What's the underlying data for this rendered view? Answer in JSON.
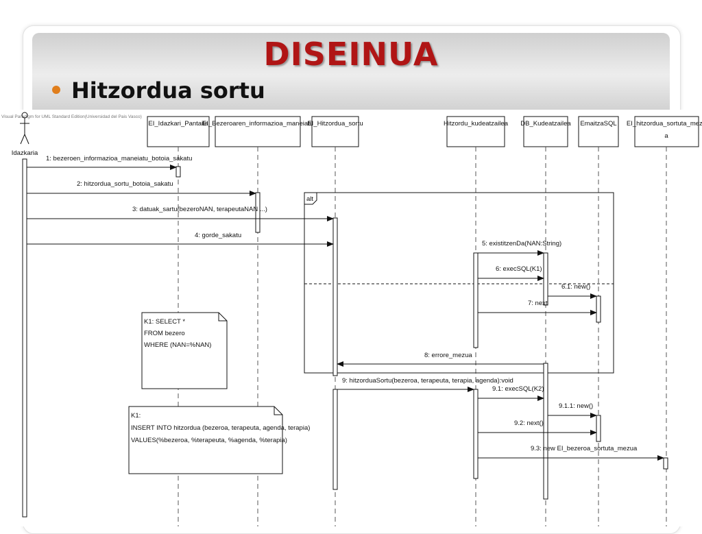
{
  "slide": {
    "title": "DISEINUA",
    "bullet": "Hitzordua sortu"
  },
  "diagram": {
    "watermark": "Visual Paradigm for UML Standard Edition(Universidad del Pais Vasco)",
    "actor": "Idazkaria",
    "lifelines": [
      "EI_Idazkari_Pantaila",
      "EI_Bezeroaren_informazioa_maneiatu",
      "EI_Hitzordua_sortu",
      "Hitzordu_kudeatzailea",
      "DB_Kudeatzailea",
      "EmaitzaSQL",
      "EI_hitzordua_sortuta_mezu",
      "a"
    ],
    "fragment": "alt",
    "messages": [
      "1: bezeroen_informazioa_maneiatu_botoia_sakatu",
      "2: hitzordua_sortu_botoia_sakatu",
      "3: datuak_sartu(bezeroNAN, terapeutaNAN ...)",
      "4: gorde_sakatu",
      "5: existitzenDa(NAN:String)",
      "6: execSQL(K1)",
      "6.1: new()",
      "7: next",
      "8: errore_mezua",
      "9: hitzorduaSortu(bezeroa, terapeuta, terapia, agenda):void",
      "9.1: execSQL(K2)",
      "9.1.1: new()",
      "9.2: next()",
      "9.3: new EI_bezeroa_sortuta_mezua"
    ],
    "notes": [
      [
        "K1: SELECT *",
        "FROM bezero",
        "WHERE (NAN=%NAN)"
      ],
      [
        "K1:",
        "INSERT INTO hitzordua (bezeroa, terapeuta, agenda, terapia)",
        "VALUES(%bezeroa, %terapeuta, %agenda, %terapia)"
      ]
    ]
  }
}
